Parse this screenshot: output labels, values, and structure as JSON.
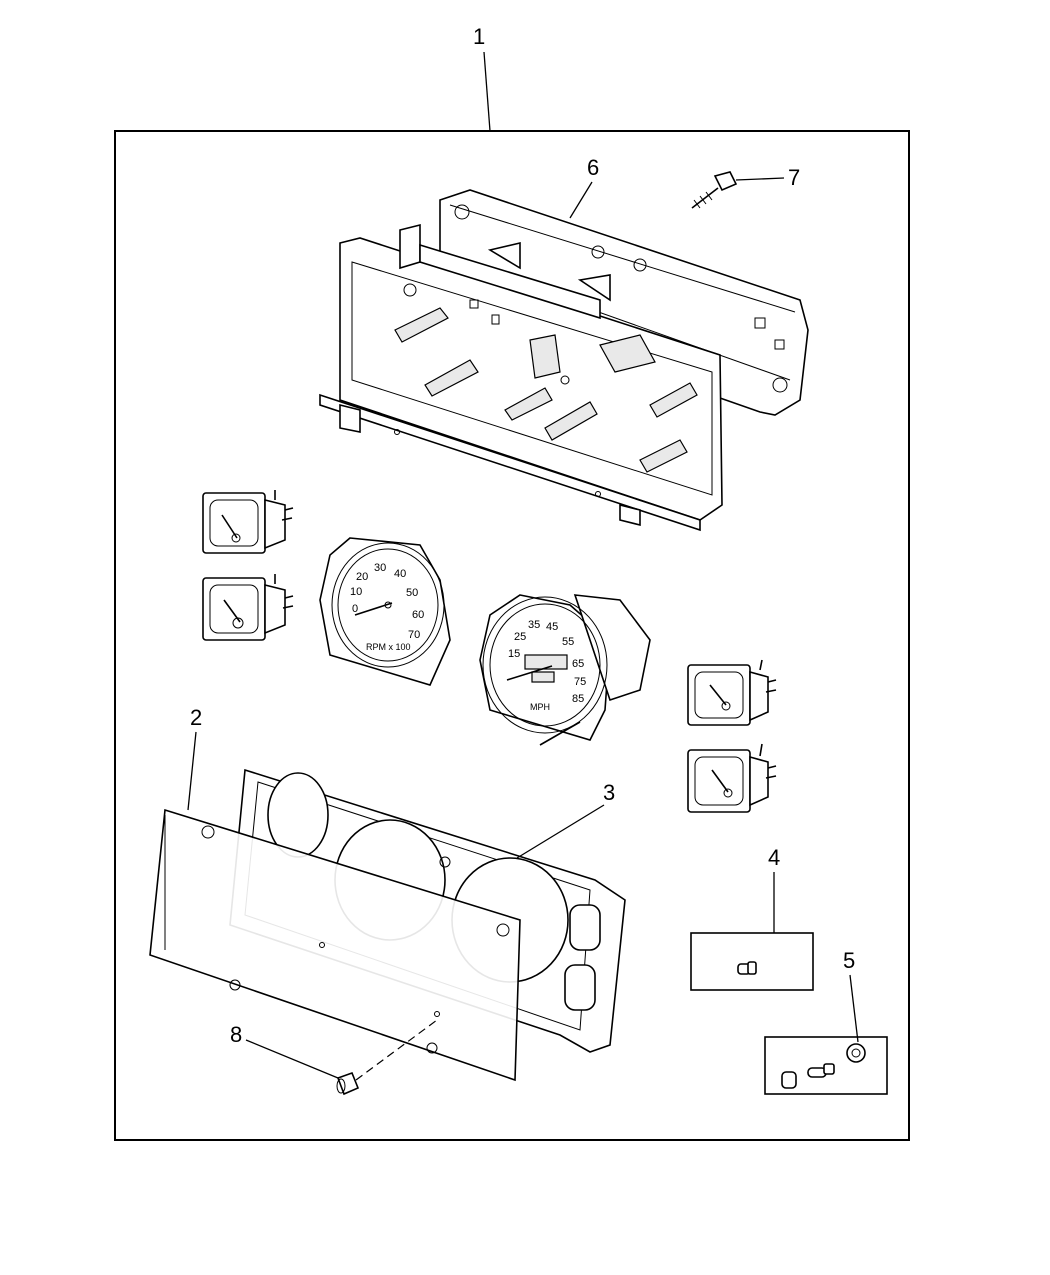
{
  "callouts": {
    "c1": "1",
    "c2": "2",
    "c3": "3",
    "c4": "4",
    "c5": "5",
    "c6": "6",
    "c7": "7",
    "c8": "8"
  },
  "tachometer": {
    "ticks": [
      "0",
      "10",
      "20",
      "30",
      "40",
      "50",
      "60",
      "70"
    ],
    "unit": "RPM x 100"
  },
  "speedometer": {
    "ticks": [
      "15",
      "25",
      "35",
      "45",
      "55",
      "65",
      "75",
      "85"
    ],
    "unit": "MPH"
  }
}
